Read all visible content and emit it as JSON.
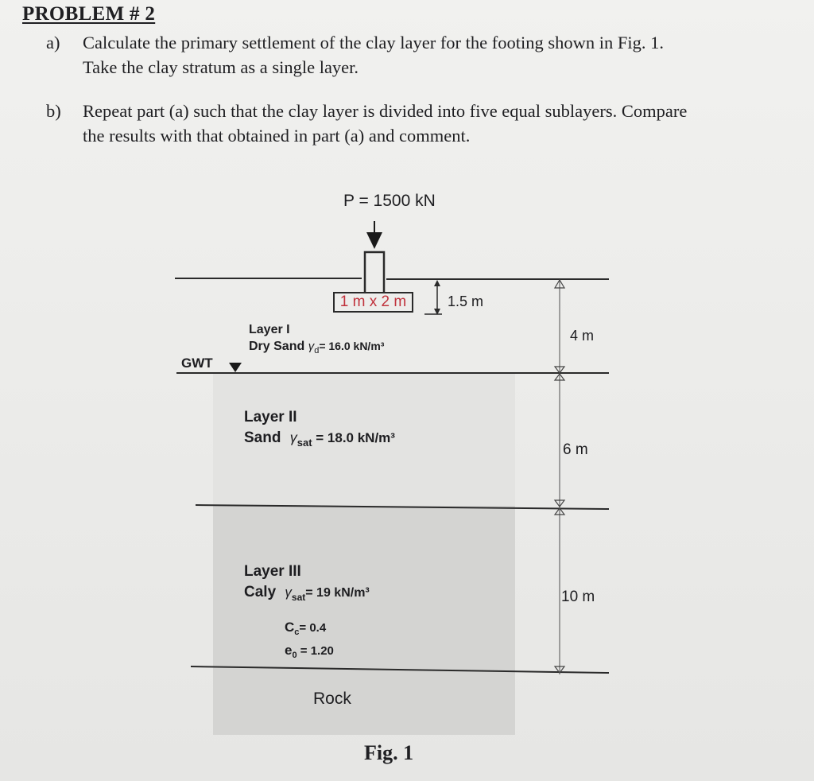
{
  "problem_title": "PROBLEM # 2",
  "parts": [
    {
      "label": "a)",
      "text_line1": "Calculate the primary settlement of the clay layer for the footing shown in Fig. 1.",
      "text_line2": "Take the clay stratum as a single layer."
    },
    {
      "label": "b)",
      "text_line1": "Repeat part (a) such that the clay layer is divided into five equal sublayers. Compare",
      "text_line2": "the results with that obtained in part (a) and comment."
    }
  ],
  "figure": {
    "load": "P = 1500 kN",
    "footing_size": "1 m x 2 m",
    "footing_depth": "1.5 m",
    "gwt": "GWT",
    "layer1": {
      "name": "Layer I",
      "soil": "Dry Sand",
      "gamma_sym": "γ",
      "gamma_sub": "d",
      "gamma_val": "= 16.0 kN/m³",
      "thickness": "4 m"
    },
    "layer2": {
      "name": "Layer II",
      "soil": "Sand",
      "gamma_sym": "γ",
      "gamma_sub": "sat",
      "gamma_val": " = 18.0 kN/m³",
      "thickness": "6 m"
    },
    "layer3": {
      "name": "Layer III",
      "soil": "Caly",
      "gamma_sym": "γ",
      "gamma_sub": "sat",
      "gamma_val": "= 19 kN/m³",
      "cc_sym": "C",
      "cc_sub": "c",
      "cc_val": "= 0.4",
      "e0_sym": "e",
      "e0_sub": "0",
      "e0_val": " = 1.20",
      "thickness": "10 m"
    },
    "base": "Rock",
    "caption": "Fig. 1"
  }
}
